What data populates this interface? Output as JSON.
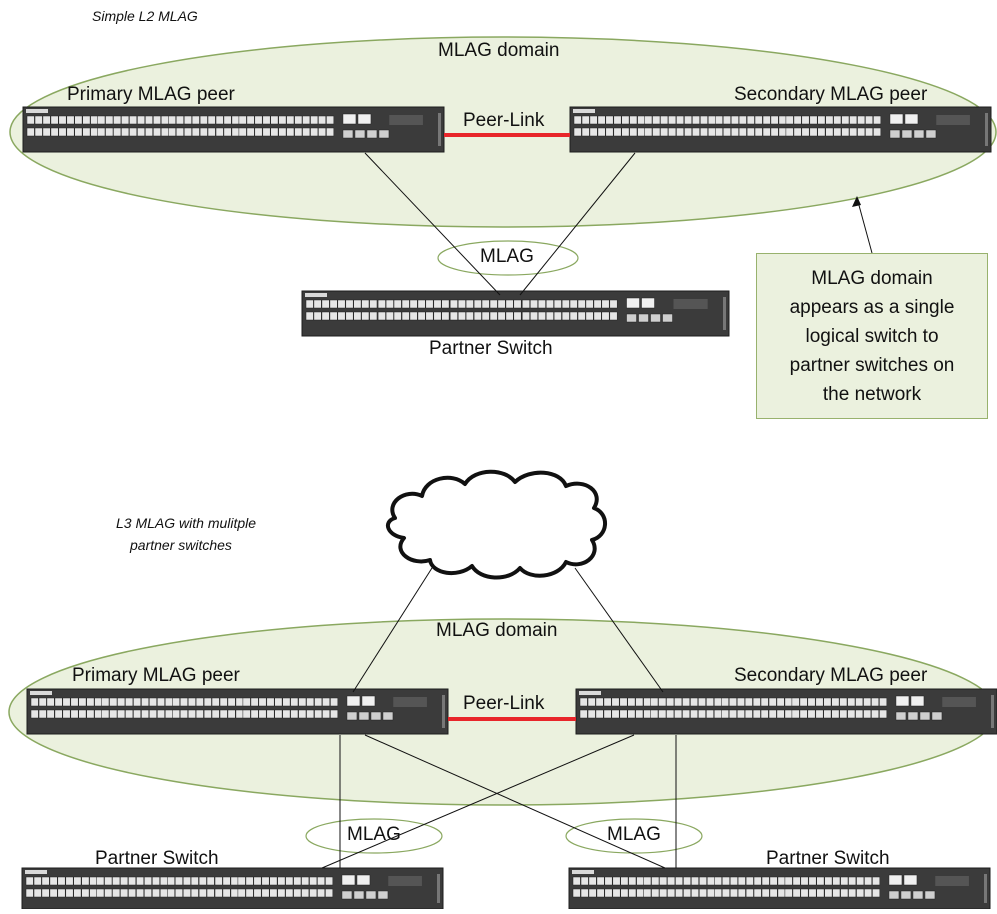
{
  "top": {
    "caption": "Simple L2 MLAG",
    "domain_label": "MLAG domain",
    "primary_label": "Primary MLAG peer",
    "secondary_label": "Secondary MLAG peer",
    "peer_link_label": "Peer-Link",
    "mlag_label": "MLAG",
    "partner_label": "Partner Switch",
    "callout_lines": [
      "MLAG domain",
      "appears as a single",
      "logical switch  to",
      "partner switches on",
      "the network"
    ]
  },
  "bottom": {
    "caption_lines": [
      "L3 MLAG with mulitple",
      "partner switches"
    ],
    "domain_label": "MLAG domain",
    "primary_label": "Primary MLAG peer",
    "secondary_label": "Secondary MLAG peer",
    "peer_link_label": "Peer-Link",
    "mlag_left_label": "MLAG",
    "mlag_right_label": "MLAG",
    "partner_left_label": "Partner Switch",
    "partner_right_label": "Partner Switch"
  },
  "colors": {
    "domain_fill": "#ebf1de",
    "domain_stroke": "#8aa860",
    "peer_link": "#e8262a",
    "switch_body": "#3b3b3b",
    "port": "#e6e6e6"
  },
  "icons": {
    "switch": "switch-icon",
    "cloud": "cloud-icon"
  }
}
